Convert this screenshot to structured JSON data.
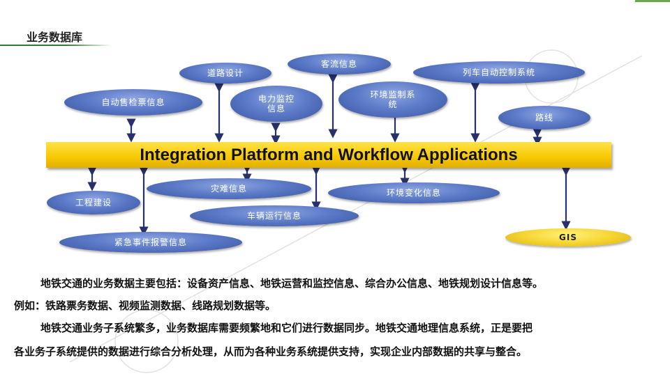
{
  "title": "业务数据库",
  "bar_label": "Integration Platform and Workflow Applications",
  "nodes": {
    "ticketing": "自动售检票信息",
    "road_design": "道路设计",
    "power": "电力监控\n信息",
    "passenger_flow": "客流信息",
    "env_monitor": "环境监制系\n统",
    "train_control": "列车自动控制系统",
    "route": "路线",
    "engineering": "工程建设",
    "disaster": "灾难信息",
    "env_change": "环境变化信息",
    "vehicle": "车辆运行信息",
    "emergency": "紧急事件报警信息",
    "gis": "GIS"
  },
  "paragraphs": {
    "p1": "地铁交通的业务数据主要包括：设备资产信息、地铁运营和监控信息、综合办公信息、地铁规划设计信息等。",
    "p2": "例如：铁路票务数据、视频监测数据、线路规划数据等。",
    "p3": "地铁交通业务子系统繁多，业务数据库需要频繁地和它们进行数据同步。地铁交通地理信息系统，正是要把",
    "p4": "各业务子系统提供的数据进行综合分析处理，从而为各种业务系统提供支持，实现企业内部数据的共享与整合。"
  },
  "colors": {
    "ellipse": "#5c7bc9",
    "bar": "#f7c800",
    "gis": "#f6d531",
    "arrow": "#27306b"
  }
}
